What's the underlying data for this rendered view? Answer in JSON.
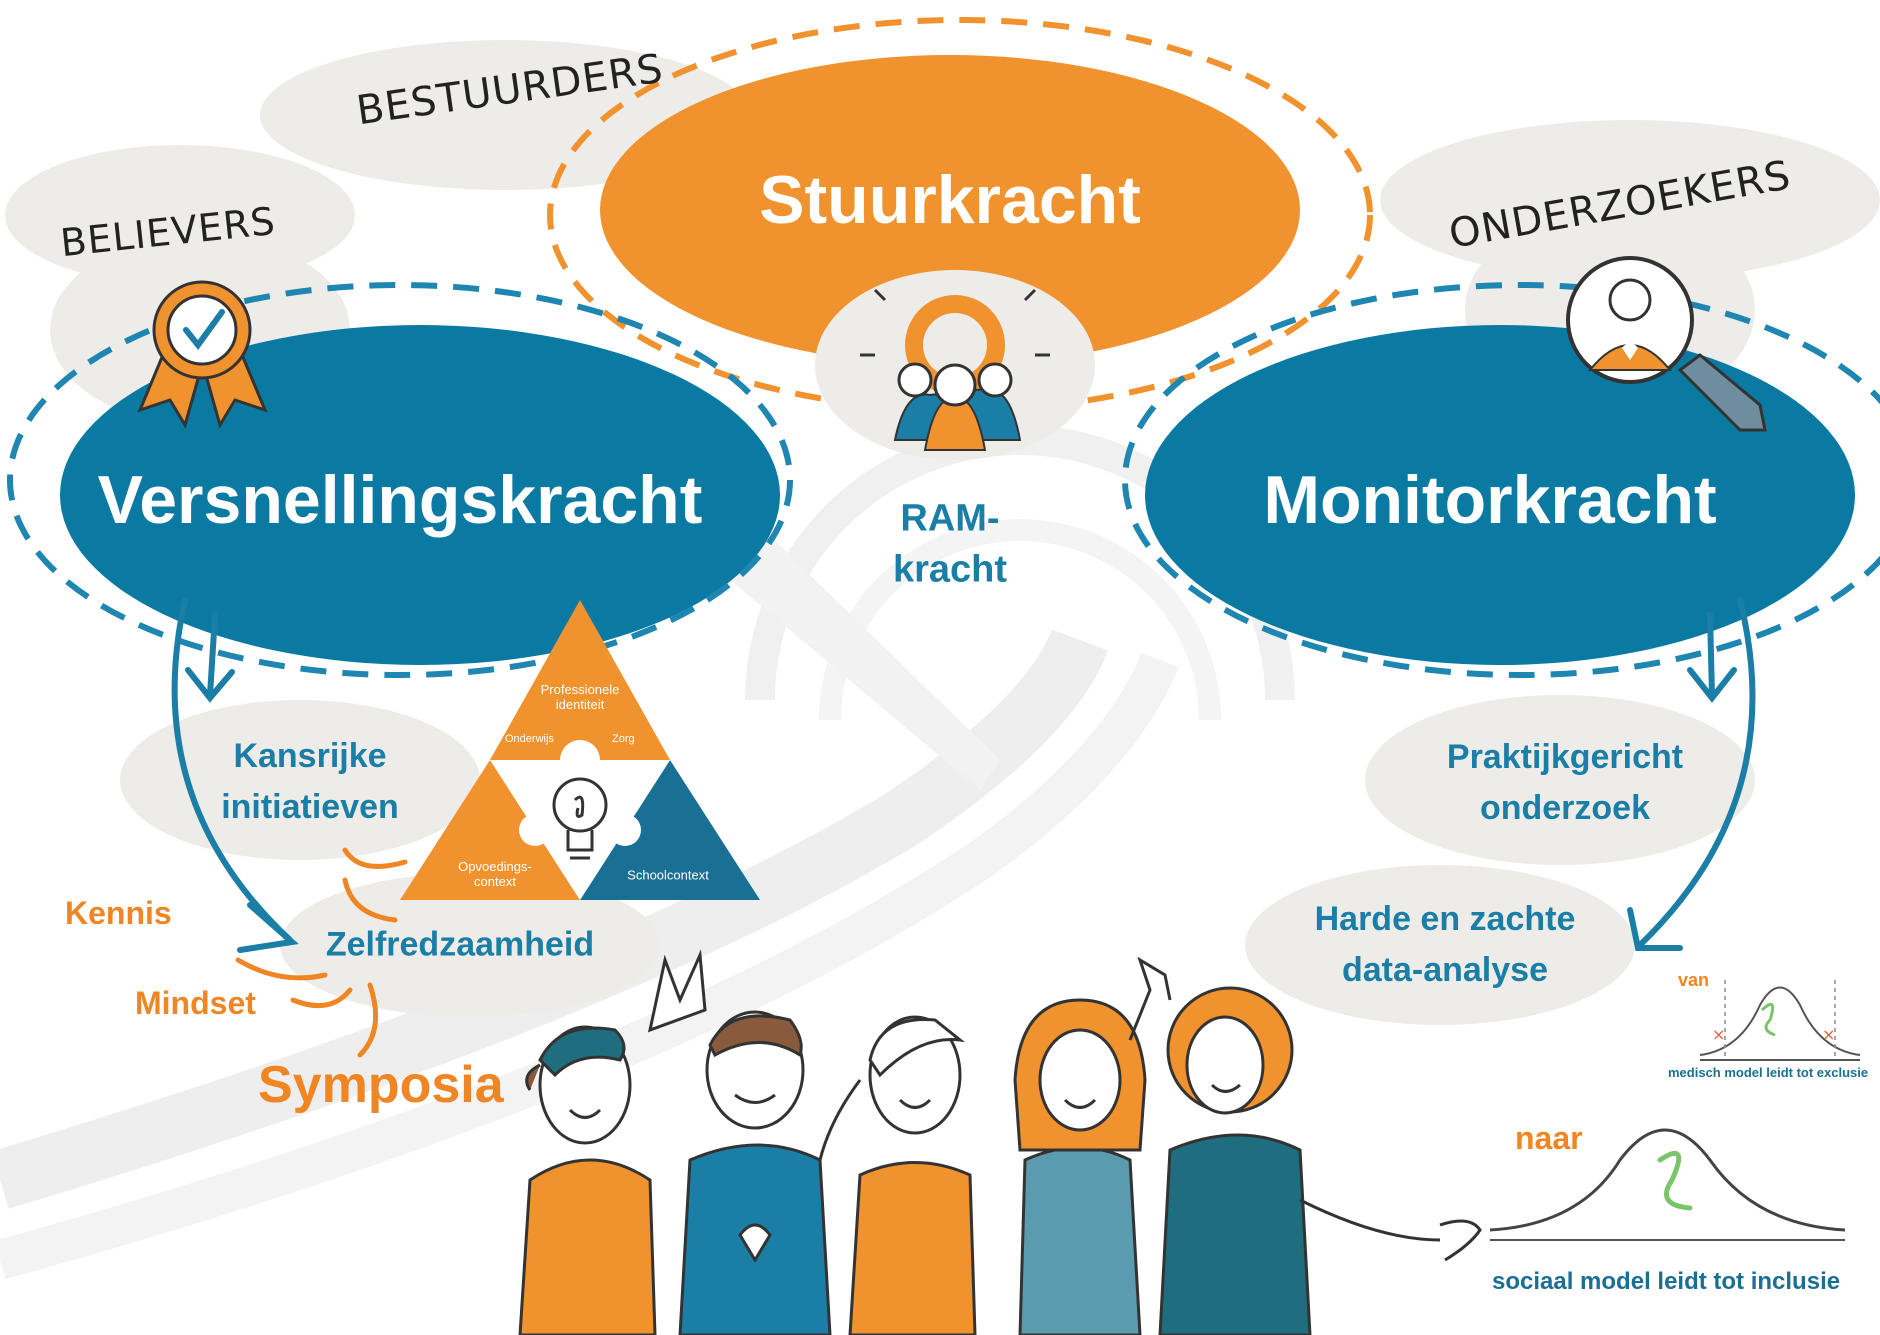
{
  "colors": {
    "orange": "#f0922e",
    "blue": "#0b7aa3",
    "teal": "#1f6e80",
    "light_grey": "#eeece8",
    "text_blue": "#1a7ea6",
    "text_orange": "#ef8623"
  },
  "groups": {
    "bestuurders": "BESTUURDERS",
    "believers": "BELIEVERS",
    "onderzoekers": "ONDERZOEKERS"
  },
  "forces": {
    "stuurkracht": "Stuurkracht",
    "versnellingskracht": "Versnellingskracht",
    "monitorkracht": "Monitorkracht",
    "ram_line1": "RAM-",
    "ram_line2": "kracht"
  },
  "left_items": {
    "kansrijke_line1": "Kansrijke",
    "kansrijke_line2": "initiatieven",
    "zelfredzaamheid": "Zelfredzaamheid",
    "kennis": "Kennis",
    "mindset": "Mindset",
    "symposia": "Symposia"
  },
  "triangle": {
    "top_line1": "Professionele",
    "top_line2": "identiteit",
    "onderwijs": "Onderwijs",
    "zorg": "Zorg",
    "left_line1": "Opvoedings-",
    "left_line2": "context",
    "right": "Schoolcontext"
  },
  "right_items": {
    "praktijk_line1": "Praktijkgericht",
    "praktijk_line2": "onderzoek",
    "data_line1": "Harde en zachte",
    "data_line2": "data-analyse"
  },
  "models": {
    "van": "van",
    "medisch": "medisch model leidt tot exclusie",
    "naar": "naar",
    "sociaal": "sociaal model leidt tot inclusie"
  },
  "icons": [
    "badge-check-icon",
    "team-gear-icon",
    "magnifier-person-icon",
    "lightbulb-icon"
  ]
}
